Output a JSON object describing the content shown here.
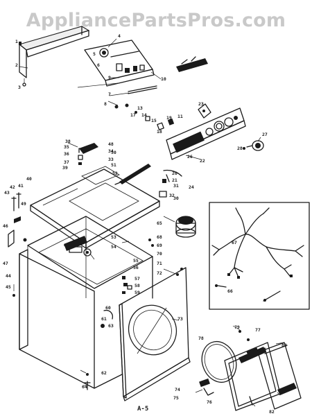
{
  "watermark": "AppliancePartsPros.com",
  "page_label": "A-5",
  "part_numbers": {
    "n1": "1",
    "n2": "2",
    "n3": "3",
    "n4": "4",
    "n5": "5",
    "n6": "6",
    "n7": "7",
    "n8": "8",
    "n9": "9",
    "n10": "10",
    "n11": "11",
    "n13": "13",
    "n14": "14",
    "n15": "15",
    "n17": "17",
    "n18": "18",
    "n19": "19",
    "n20": "20",
    "n21": "21",
    "n22": "22",
    "n23": "23",
    "n24": "24",
    "n26": "26",
    "n27": "27",
    "n28": "28",
    "n30": "30",
    "n31": "31",
    "n32": "32",
    "n33": "33",
    "n34": "34",
    "n35": "35",
    "n36": "36",
    "n37": "37",
    "n38": "38",
    "n39": "39",
    "n40": "40",
    "n41": "41",
    "n42": "42",
    "n43": "43",
    "n44": "44",
    "n45": "45",
    "n46": "46",
    "n47": "47",
    "n48": "48",
    "n49": "49",
    "n50": "50",
    "n51": "51",
    "n52": "52",
    "n53": "53",
    "n54": "54",
    "n55": "55",
    "n56": "56",
    "n57": "57",
    "n58": "58",
    "n59": "59",
    "n60": "60",
    "n61": "61",
    "n62": "62",
    "n63": "63",
    "n64": "64",
    "n65": "65",
    "n66": "66",
    "n67": "67",
    "n68": "68",
    "n69": "69",
    "n70": "70",
    "n71": "71",
    "n72": "72",
    "n73": "73",
    "n74": "74",
    "n75": "75",
    "n76": "76",
    "n77": "77",
    "n78": "78",
    "n79": "79",
    "n80": "80",
    "n82": "82"
  }
}
